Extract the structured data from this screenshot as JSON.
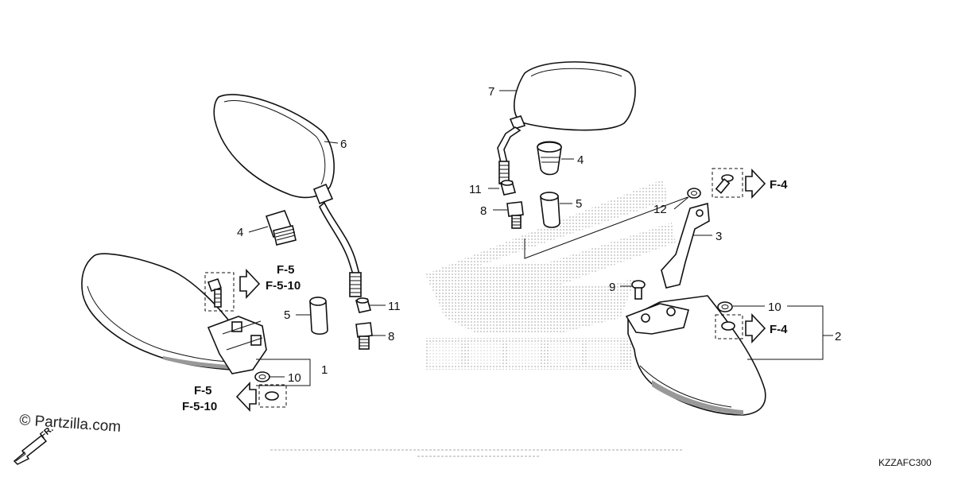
{
  "callouts": [
    "1",
    "2",
    "3",
    "4",
    "4",
    "5",
    "5",
    "6",
    "7",
    "8",
    "8",
    "9",
    "10",
    "10",
    "11",
    "11",
    "12"
  ],
  "refs": {
    "f5_a": "F-5",
    "f510_a": "F-5-10",
    "f5_b": "F-5",
    "f510_b": "F-5-10",
    "f4_a": "F-4",
    "f4_b": "F-4"
  },
  "watermark": "© Partzilla.com",
  "direction": "FR.",
  "diagram_code": "KZZAFC300",
  "colors": {
    "line": "#111111",
    "dots": "#b0b0b0",
    "background": "#ffffff"
  }
}
